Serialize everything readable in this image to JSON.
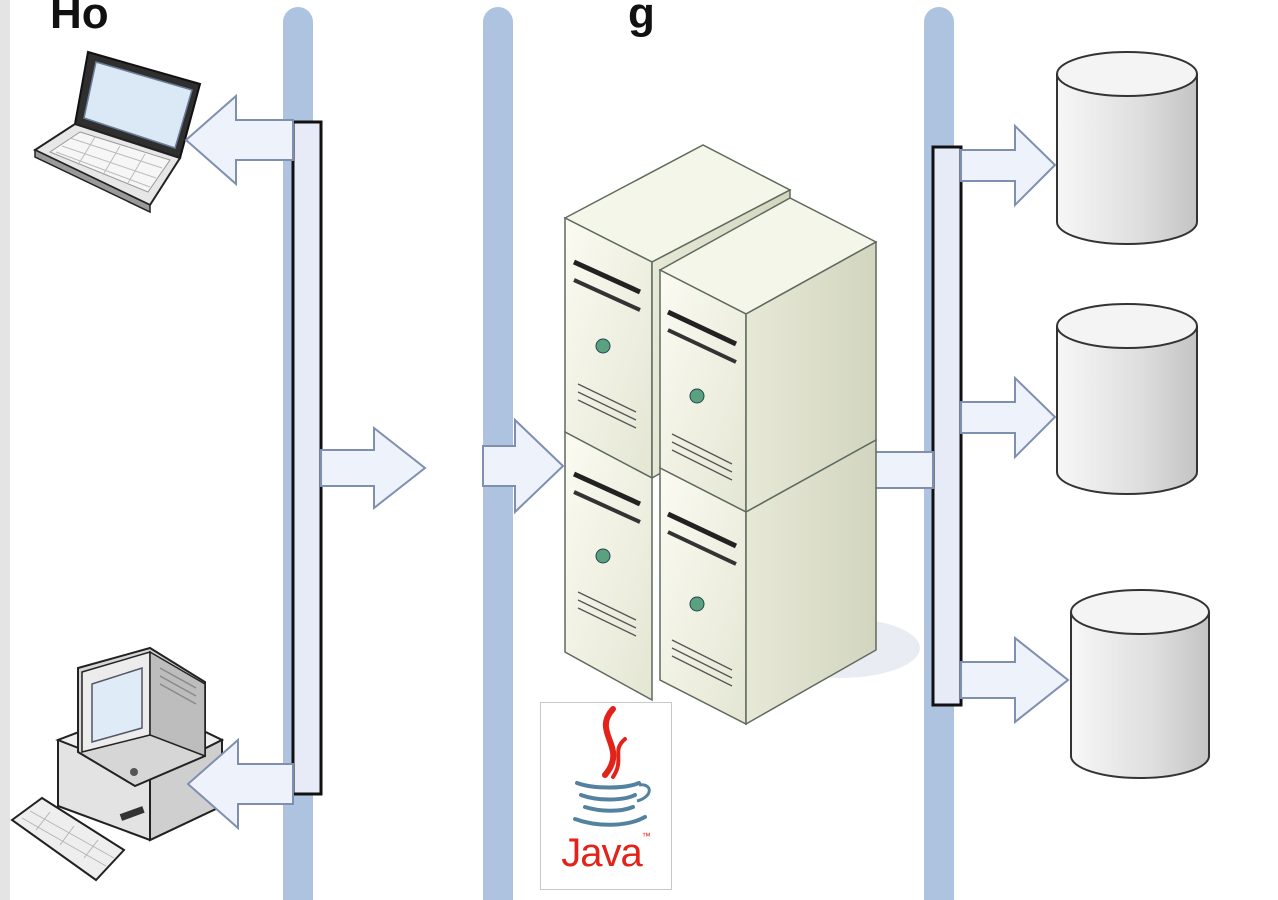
{
  "heading_fragments": [
    "Ho",
    "g"
  ],
  "logo": {
    "text": "Java",
    "trademark": "™"
  },
  "colors": {
    "bus_line": "#aec3e0",
    "connector_bar_fill": "#e6ebf7",
    "connector_bar_stroke": "#111111",
    "arrow_fill": "#eef2fb",
    "arrow_stroke": "#7f8fb0",
    "server_body": "#f0f1e4",
    "database_fill": "#e8e8e8",
    "java_red": "#e2231a",
    "java_blue": "#5382a1"
  },
  "icons": [
    "laptop-icon",
    "desktop-computer-icon",
    "server-cluster-icon",
    "database-icon",
    "java-logo-icon"
  ]
}
